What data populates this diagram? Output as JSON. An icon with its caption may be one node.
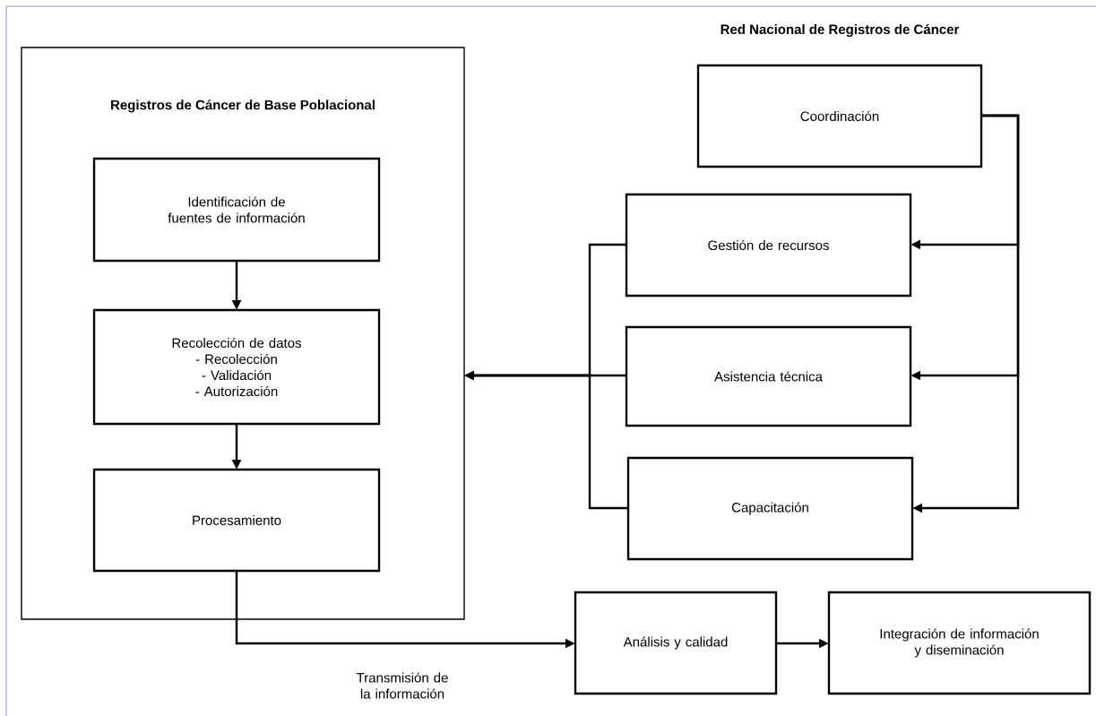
{
  "diagram": {
    "nodes": [
      {
        "text": [
          "Registros de Cáncer de Base Poblacional"
        ]
      },
      {
        "text": [
          "Identificación de fuentes de información"
        ],
        "in": 0
      },
      {
        "text": [
          "Recolección de datos",
          "- Recolección",
          "- Validación",
          "- Autorización"
        ],
        "in": 0
      },
      {
        "text": [
          "Procesamiento"
        ],
        "in": 0
      },
      {
        "text": [
          "Coordinación"
        ]
      },
      {
        "text": [
          "Gestión de recursos"
        ]
      },
      {
        "text": [
          "Asistencia técnica"
        ]
      },
      {
        "text": [
          "Capacitación"
        ]
      },
      {
        "text": [
          "Análisis y calidad"
        ]
      },
      {
        "text": [
          "Integración de información y diseminación"
        ]
      }
    ],
    "edges": [
      {
        "from": 1,
        "to": 2,
        "arrow": "to"
      },
      {
        "from": 2,
        "to": 3,
        "arrow": "to"
      },
      {
        "from": 4,
        "to": 5,
        "arrow": "to"
      },
      {
        "from": 4,
        "to": 6,
        "arrow": "to"
      },
      {
        "from": 4,
        "to": 7,
        "arrow": "to"
      },
      {
        "from": 5,
        "to": 0,
        "arrow": "to"
      },
      {
        "from": 6,
        "to": 0,
        "arrow": "to"
      },
      {
        "from": 7,
        "to": 0,
        "arrow": "to"
      },
      {
        "from": 3,
        "to": 8,
        "arrow": "to",
        "label": "Transmisión de la información"
      },
      {
        "from": 8,
        "to": 9,
        "arrow": "to"
      }
    ],
    "labels": [
      "Red Nacional de Registros de Cáncer"
    ]
  }
}
